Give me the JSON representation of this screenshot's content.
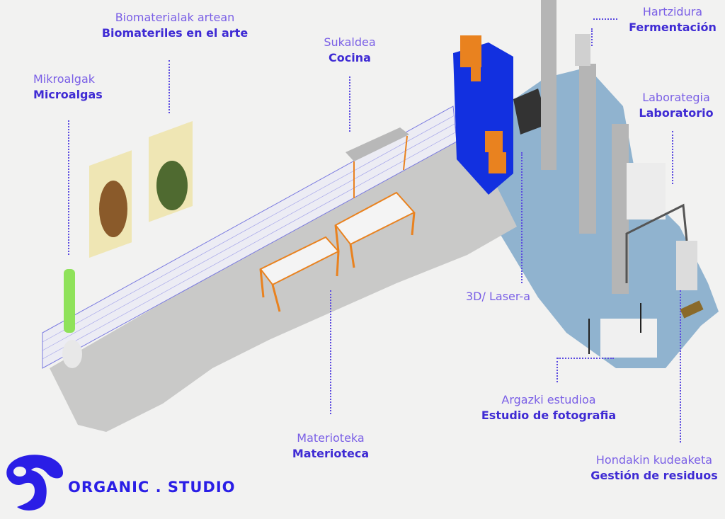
{
  "labels": {
    "biomaterials": {
      "eu": "Biomaterialak artean",
      "es": "Biomateriles en el arte"
    },
    "microalgae": {
      "eu": "Mikroalgak",
      "es": "Microalgas"
    },
    "kitchen": {
      "eu": "Sukaldea",
      "es": "Cocina"
    },
    "fermentation": {
      "eu": "Hartzidura",
      "es": "Fermentación"
    },
    "laboratory": {
      "eu": "Laborategia",
      "es": "Laboratorio"
    },
    "laser": {
      "eu": "3D/ Laser-a"
    },
    "photo_studio": {
      "eu": "Argazki estudioa",
      "es": "Estudio de fotografia"
    },
    "materials_library": {
      "eu": "Materioteka",
      "es": "Materioteca"
    },
    "waste": {
      "eu": "Hondakin kudeaketa",
      "es": "Gestión de residuos"
    }
  },
  "brand": {
    "name": "ORGANIC . STUDIO"
  },
  "colors": {
    "accent": "#3f2bd4",
    "label_light": "#7a5fe6",
    "floor_blue": "#7fa8c9",
    "shelf_blue": "#1230e0",
    "orange": "#e9821f"
  }
}
